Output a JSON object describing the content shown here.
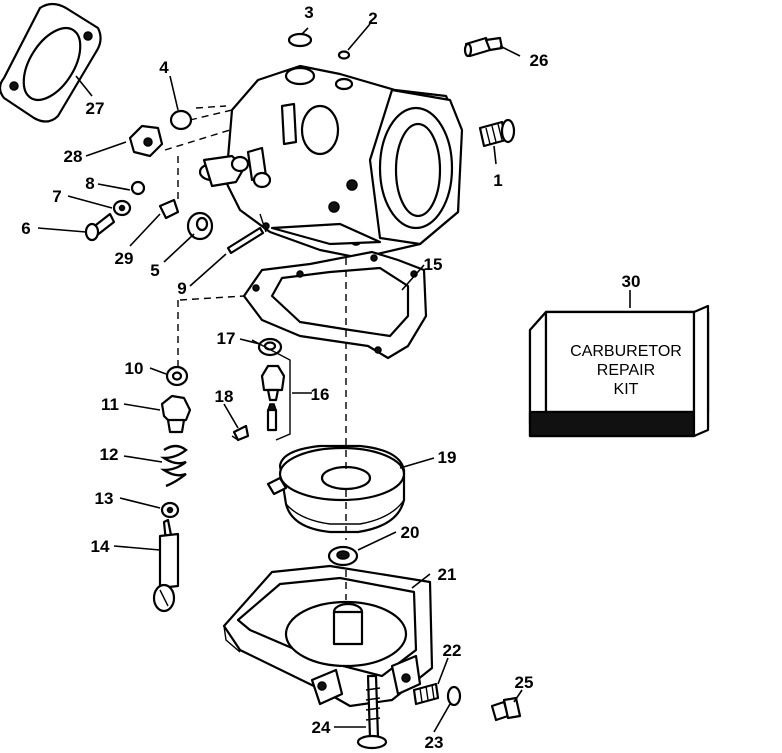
{
  "kit": {
    "label_line1": "CARBURETOR",
    "label_line2": "REPAIR",
    "label_line3": "KIT"
  },
  "callouts": {
    "c1": "1",
    "c2": "2",
    "c3": "3",
    "c4": "4",
    "c5": "5",
    "c6": "6",
    "c7": "7",
    "c8": "8",
    "c9": "9",
    "c10": "10",
    "c11": "11",
    "c12": "12",
    "c13": "13",
    "c14": "14",
    "c15": "15",
    "c16": "16",
    "c17": "17",
    "c18": "18",
    "c19": "19",
    "c20": "20",
    "c21": "21",
    "c22": "22",
    "c23": "23",
    "c24": "24",
    "c25": "25",
    "c26": "26",
    "c27": "27",
    "c28": "28",
    "c29": "29",
    "c30": "30"
  }
}
